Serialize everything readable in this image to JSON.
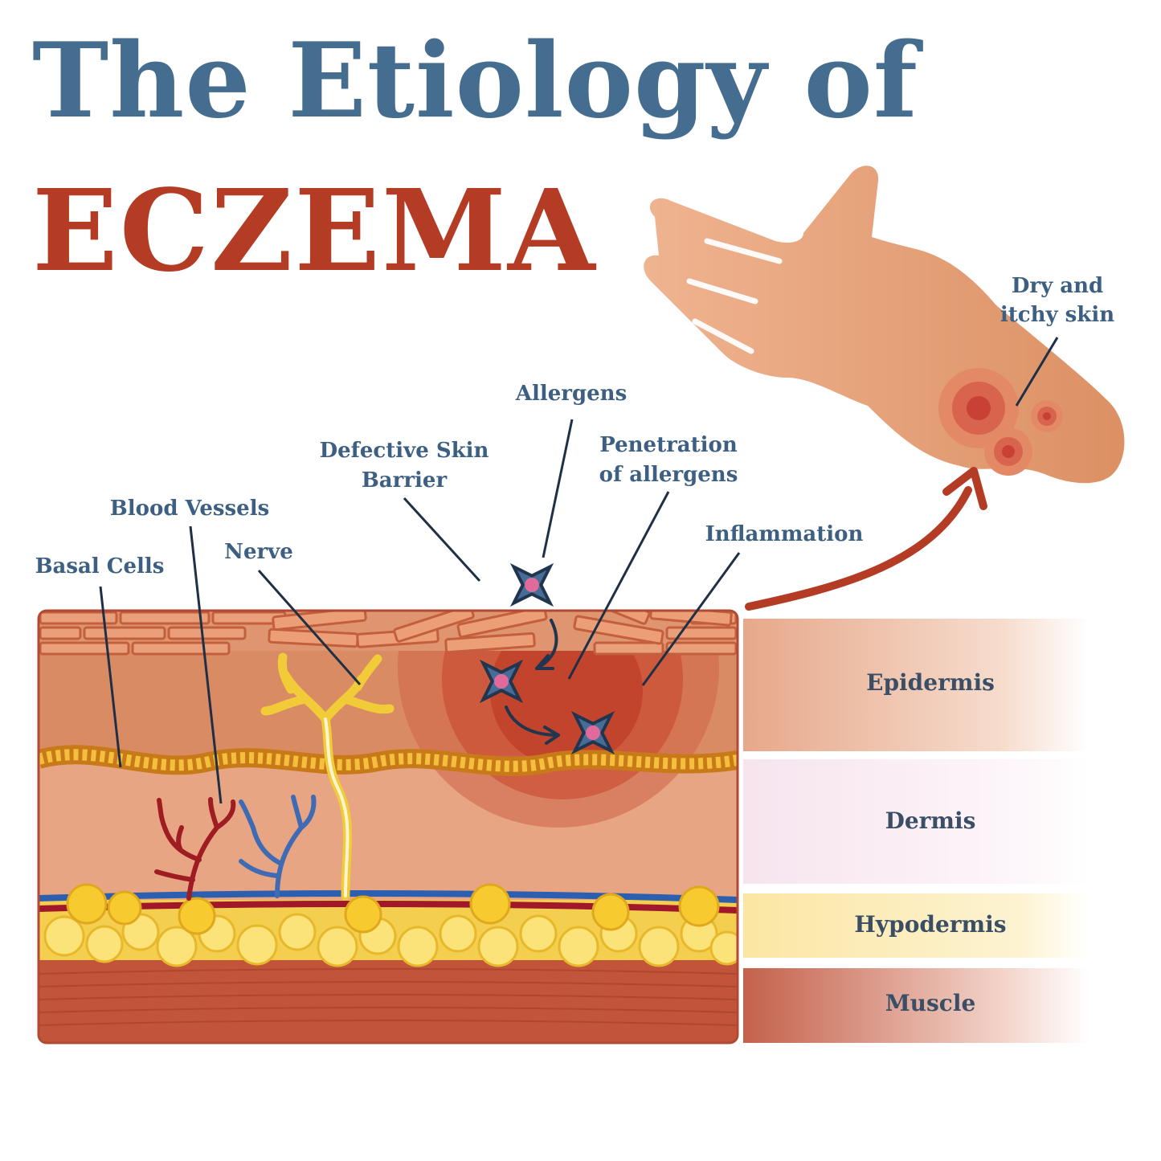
{
  "title": {
    "line1": "The Etiology of",
    "line2": "ECZEMA"
  },
  "labels": {
    "basal_cells": "Basal Cells",
    "blood_vessels": "Blood Vessels",
    "nerve": "Nerve",
    "defective_barrier_1": "Defective Skin",
    "defective_barrier_2": "Barrier",
    "allergens": "Allergens",
    "penetration_1": "Penetration",
    "penetration_2": "of allergens",
    "inflammation": "Inflammation",
    "dry_itchy_1": "Dry and",
    "dry_itchy_2": "itchy skin"
  },
  "layers": {
    "epidermis": "Epidermis",
    "dermis": "Dermis",
    "hypodermis": "Hypodermis",
    "muscle": "Muscle"
  },
  "colors": {
    "title_blue": "#456d90",
    "title_red": "#b53c24",
    "label_blue": "#3c5f82",
    "skin": "#e2a078",
    "inflammation_red": "#c0392b",
    "fat_yellow": "#f5d54a"
  },
  "icons": [
    "hand-icon",
    "allergen-star-icon",
    "arrow-icon"
  ]
}
